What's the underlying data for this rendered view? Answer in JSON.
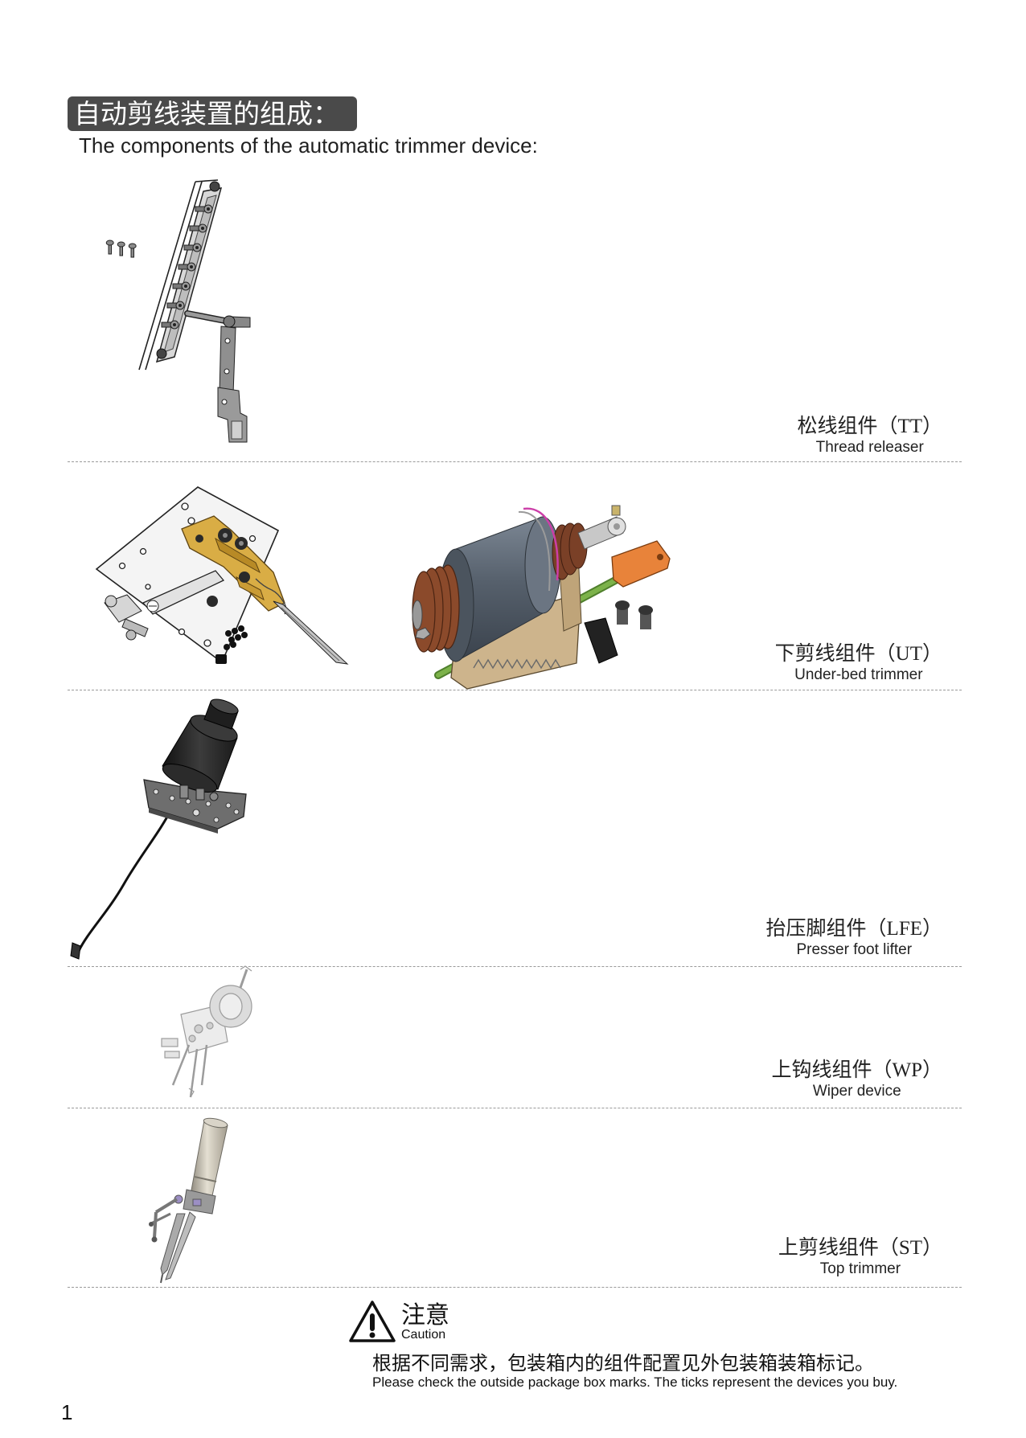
{
  "title": "自动剪线装置的组成：",
  "subtitle": "The components of the automatic trimmer device:",
  "components": [
    {
      "zh": "松线组件（TT）",
      "en": "Thread releaser"
    },
    {
      "zh": "下剪线组件（UT）",
      "en": "Under-bed trimmer"
    },
    {
      "zh": "抬压脚组件（LFE）",
      "en": "Presser foot lifter"
    },
    {
      "zh": "上钩线组件（WP）",
      "en": "Wiper device"
    },
    {
      "zh": "上剪线组件（ST）",
      "en": "Top trimmer"
    }
  ],
  "caution": {
    "icon": "warning-triangle-icon",
    "heading_zh": "注意",
    "heading_en": "Caution",
    "note_zh": "根据不同需求，包装箱内的组件配置见外包装箱装箱标记。",
    "note_en": "Please check the outside package box marks. The ticks represent the devices you buy."
  },
  "page_number": "1",
  "colors": {
    "title_background": "#4a4a4a",
    "title_text": "#ffffff",
    "divider": "#9a9a9a"
  }
}
